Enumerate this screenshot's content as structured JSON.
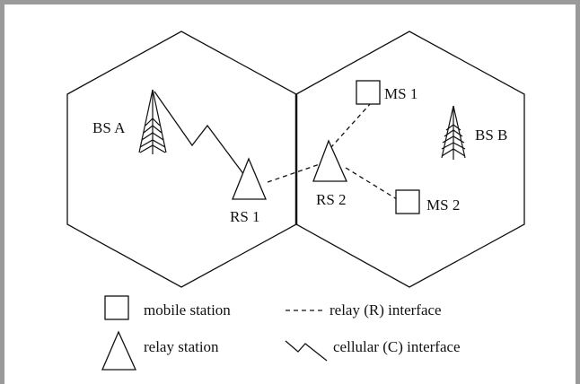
{
  "diagram": {
    "cells": [
      {
        "id": "left-cell"
      },
      {
        "id": "right-cell"
      }
    ],
    "base_stations": [
      {
        "label": "BS A"
      },
      {
        "label": "BS B"
      }
    ],
    "relay_stations": [
      {
        "label": "RS 1"
      },
      {
        "label": "RS 2"
      }
    ],
    "mobile_stations": [
      {
        "label": "MS 1"
      },
      {
        "label": "MS 2"
      }
    ]
  },
  "legend": {
    "mobile_station": "mobile station",
    "relay_station": "relay station",
    "relay_interface": "relay (R) interface",
    "cellular_interface": "cellular (C) interface"
  },
  "colors": {
    "stroke": "#111111",
    "frame": "#9a9a9a",
    "background": "#ffffff"
  }
}
